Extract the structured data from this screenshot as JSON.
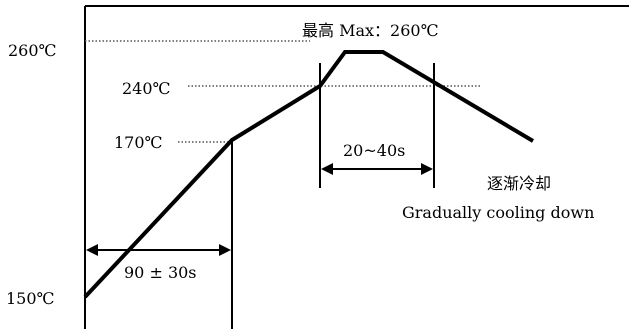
{
  "labels": {
    "t260": "260℃",
    "t240": "240℃",
    "t170": "170℃",
    "t150": "150℃",
    "peak": "最高 Max：260℃",
    "reflow_window": "20~40s",
    "preheat_window": "90 ± 30s",
    "cooling_cn": "逐渐冷却",
    "cooling_en": "Gradually cooling down"
  },
  "profile": {
    "temperatures_c": [
      150,
      170,
      240,
      260
    ],
    "peak_c": 260,
    "preheat_time_s": "90 ± 30",
    "time_above_240_s": "20~40"
  },
  "colors": {
    "line": "#000000",
    "dotted": "#555555",
    "background": "#ffffff"
  }
}
